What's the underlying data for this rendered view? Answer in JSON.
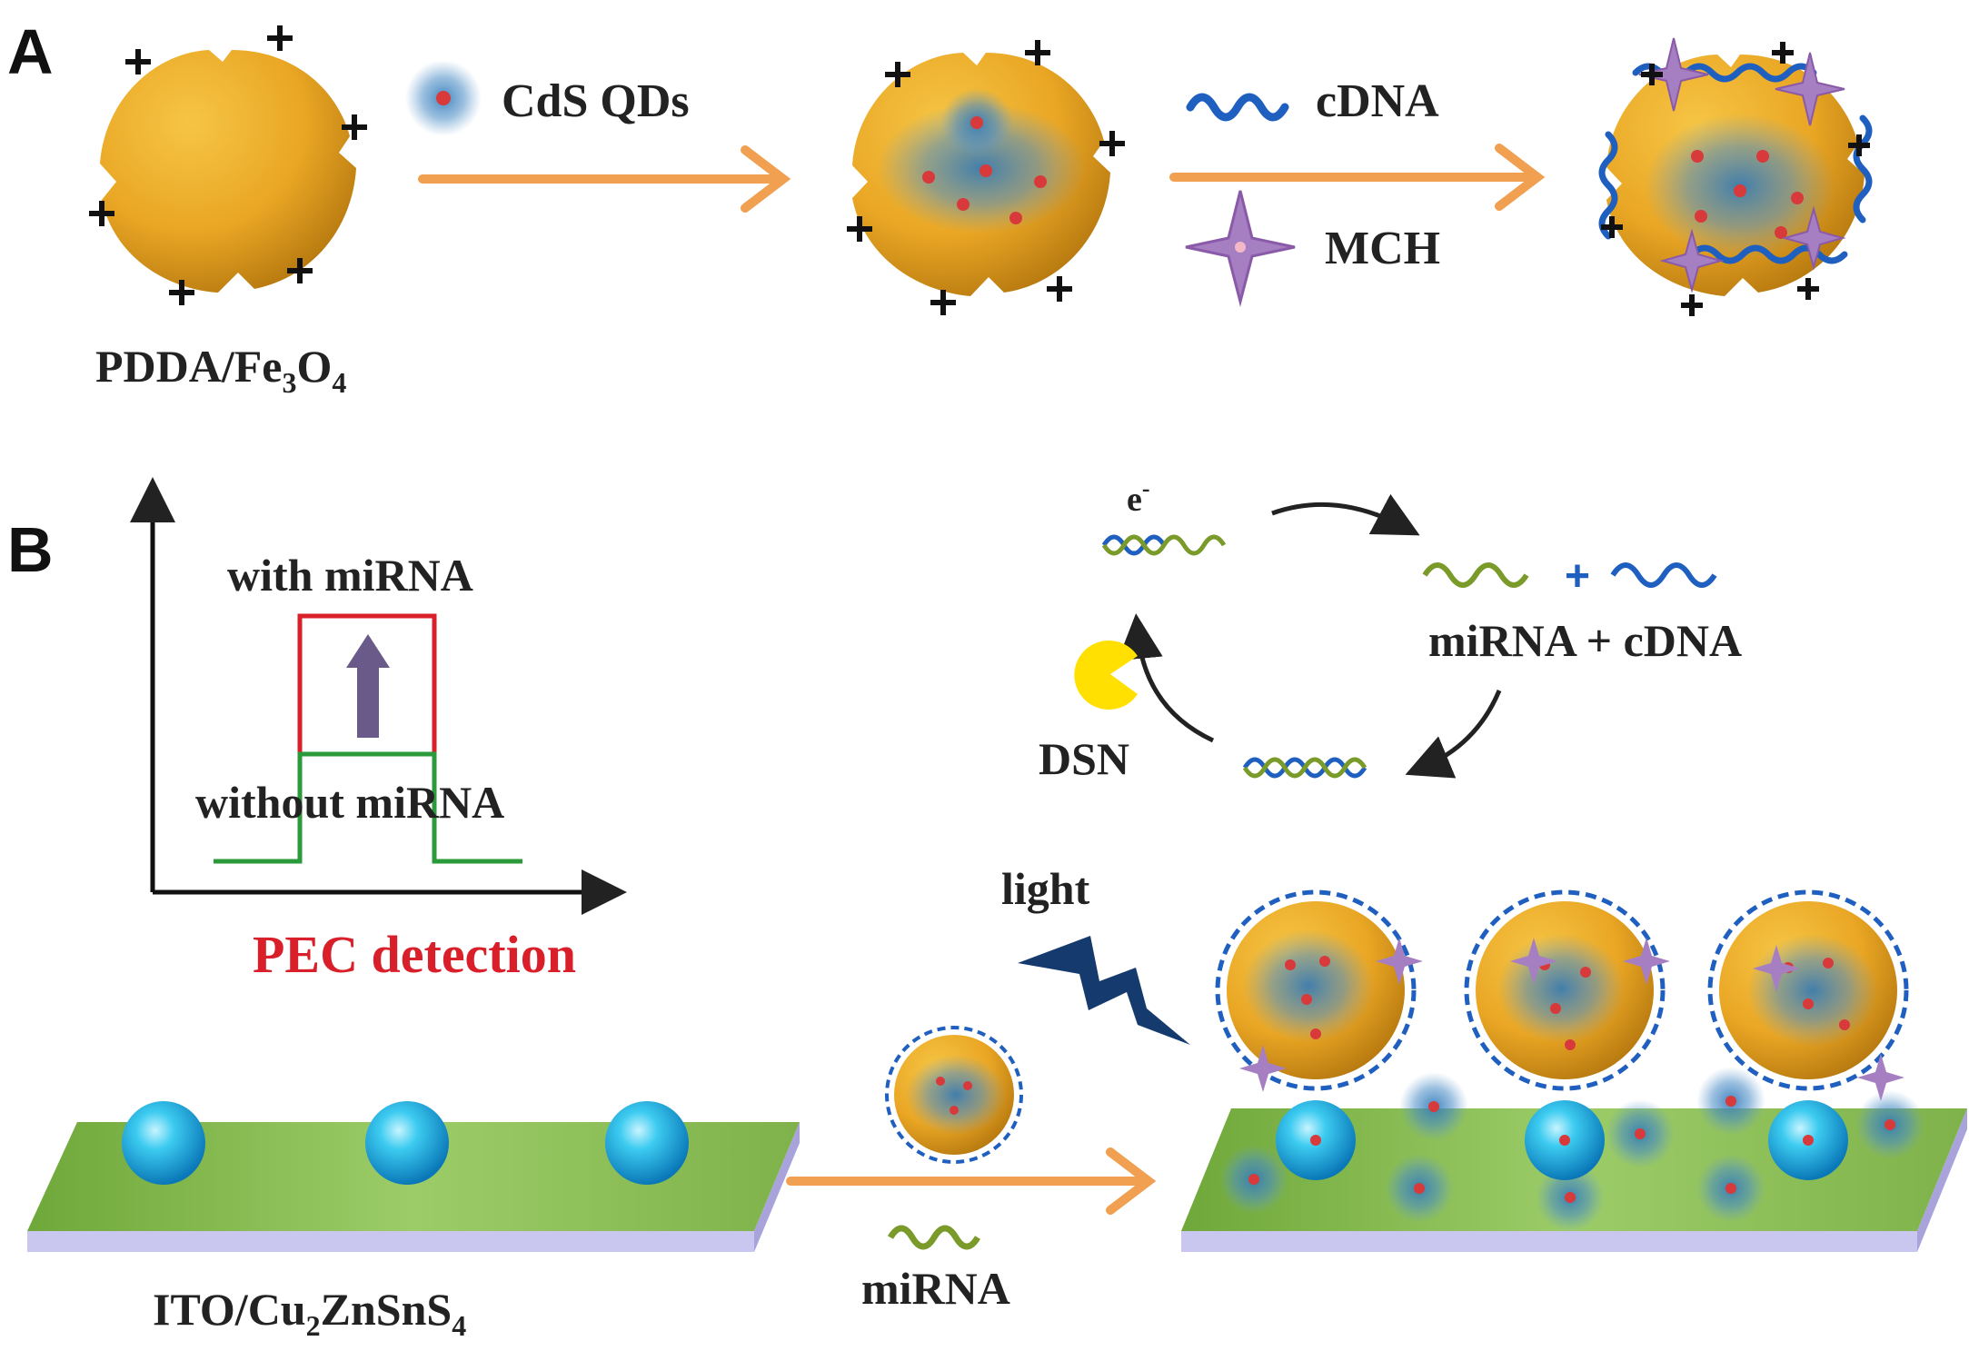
{
  "panels": {
    "a": "A",
    "b": "B"
  },
  "panel_a": {
    "pdda_fe3o4": {
      "prefix": "PDDA/Fe",
      "sub1": "3",
      "mid": "O",
      "sub2": "4"
    },
    "cds_qds": "CdS QDs",
    "cdna": "cDNA",
    "mch": "MCH"
  },
  "panel_b": {
    "with_mirna": "with miRNA",
    "without_mirna": "without miRNA",
    "pec_detection": "PEC detection",
    "electron": "e",
    "electron_sup": "-",
    "mirna_cdna": "miRNA + cDNA",
    "plus": "+",
    "dsn": "DSN",
    "light": "light",
    "mirna": "miRNA",
    "ito_substrate": {
      "prefix": "ITO/Cu",
      "sub1": "2",
      "mid": "ZnSnS",
      "sub2": "4"
    }
  },
  "colors": {
    "particle_gold": "#e9a624",
    "qd_blue": "#3f86c0",
    "qd_core": "#d8393a",
    "cdna_blue": "#1f5fbf",
    "mch_purple": "#a57fc2",
    "arrow_orange": "#f0a050",
    "mirna_green": "#7a9a2a",
    "signal_red": "#d9202a",
    "signal_green": "#2a9a3a",
    "substrate_green": "#8fc05a",
    "substrate_edge": "#b8b4e8",
    "sphere_cyan": "#22b8e0",
    "light_navy": "#153a6e",
    "dsn_yellow": "#ffe000"
  },
  "icons": [
    "orange-arrow-icon",
    "lightning-bolt-icon",
    "pacman-nuclease-icon",
    "mch-star-icon",
    "upward-arrow-icon",
    "cycle-arrow-icon"
  ]
}
